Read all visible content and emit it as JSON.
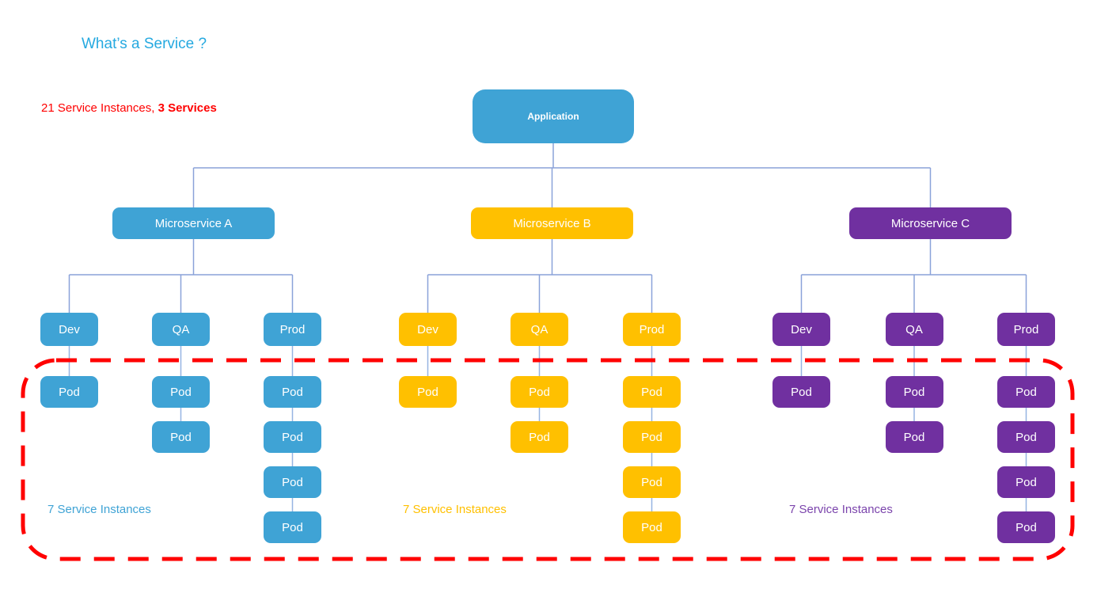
{
  "page": {
    "title": "What’s a Service ?",
    "stats_prefix": "21 Service Instances, ",
    "stats_bold": "3 Services"
  },
  "colors": {
    "title": "#25A9E0",
    "stats_red": "#FF0000",
    "boundary_red": "#FF0000",
    "service_a_blue": "#3FA3D5",
    "service_b_yellow": "#FFC000",
    "service_c_purple": "#7030A0",
    "connector_blue": "#8AA2D9"
  },
  "tree": {
    "root": {
      "label": "Application"
    },
    "services": [
      {
        "name": "Microservice A",
        "color": "#3FA3D5",
        "instances_label": "7 Service Instances",
        "environments": [
          {
            "label": "Dev",
            "pods": [
              "Pod"
            ]
          },
          {
            "label": "QA",
            "pods": [
              "Pod",
              "Pod"
            ]
          },
          {
            "label": "Prod",
            "pods": [
              "Pod",
              "Pod",
              "Pod",
              "Pod"
            ]
          }
        ]
      },
      {
        "name": "Microservice B",
        "color": "#FFC000",
        "instances_label": "7 Service Instances",
        "environments": [
          {
            "label": "Dev",
            "pods": [
              "Pod"
            ]
          },
          {
            "label": "QA",
            "pods": [
              "Pod",
              "Pod"
            ]
          },
          {
            "label": "Prod",
            "pods": [
              "Pod",
              "Pod",
              "Pod",
              "Pod"
            ]
          }
        ]
      },
      {
        "name": "Microservice C",
        "color": "#7030A0",
        "instances_label": "7 Service Instances",
        "environments": [
          {
            "label": "Dev",
            "pods": [
              "Pod"
            ]
          },
          {
            "label": "QA",
            "pods": [
              "Pod",
              "Pod"
            ]
          },
          {
            "label": "Prod",
            "pods": [
              "Pod",
              "Pod",
              "Pod",
              "Pod"
            ]
          }
        ]
      }
    ]
  }
}
